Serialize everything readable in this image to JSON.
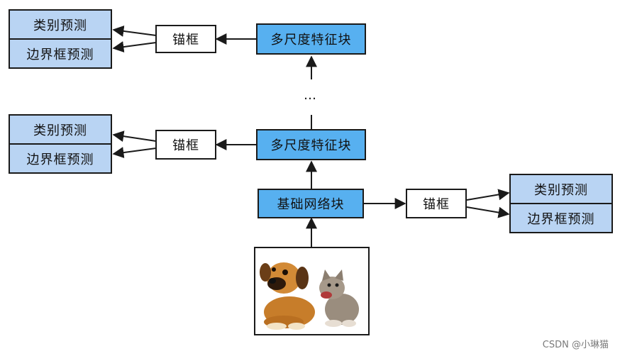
{
  "labels": {
    "class_pred": "类别预测",
    "bbox_pred": "边界框预测",
    "anchor": "锚框",
    "multiscale_block": "多尺度特征块",
    "base_block": "基础网络块",
    "ellipsis": "…"
  },
  "watermark": "CSDN @小琳猫",
  "colors": {
    "prediction_fill": "#b9d4f3",
    "feature_fill": "#57b0f0",
    "border": "#1a1a1a"
  }
}
